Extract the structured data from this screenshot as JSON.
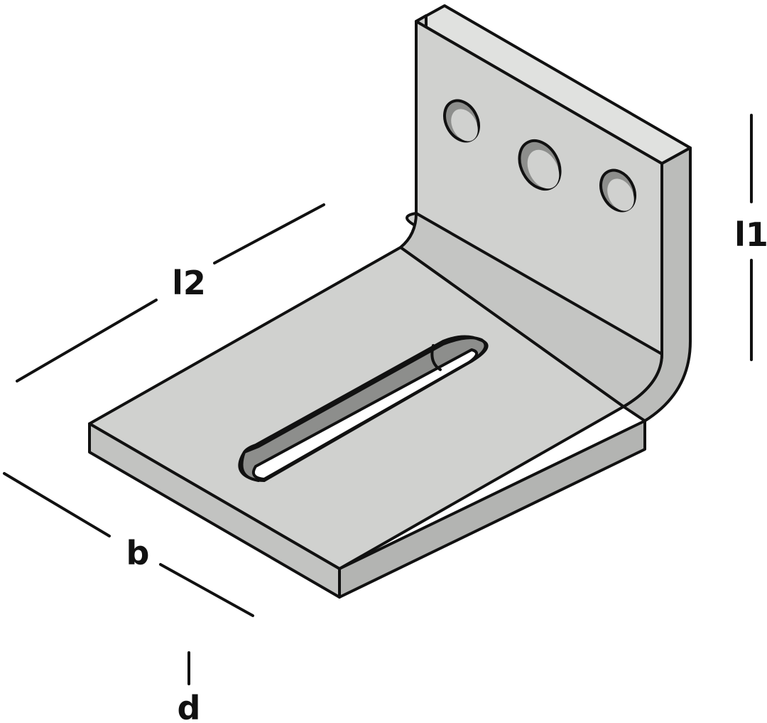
{
  "diagram": {
    "part": "angle-bracket",
    "holes_in_vertical_flange": 3,
    "slots_in_horizontal_flange": 1,
    "colors": {
      "top_face": "#d0d1cf",
      "side_face": "#bbbcba",
      "edge_face": "#e0e1df",
      "outline": "#111111",
      "hole_shadow": "#8d8e8c"
    }
  },
  "dimensions": {
    "l1": "l1",
    "l2": "l2",
    "b": "b",
    "d": "d"
  }
}
